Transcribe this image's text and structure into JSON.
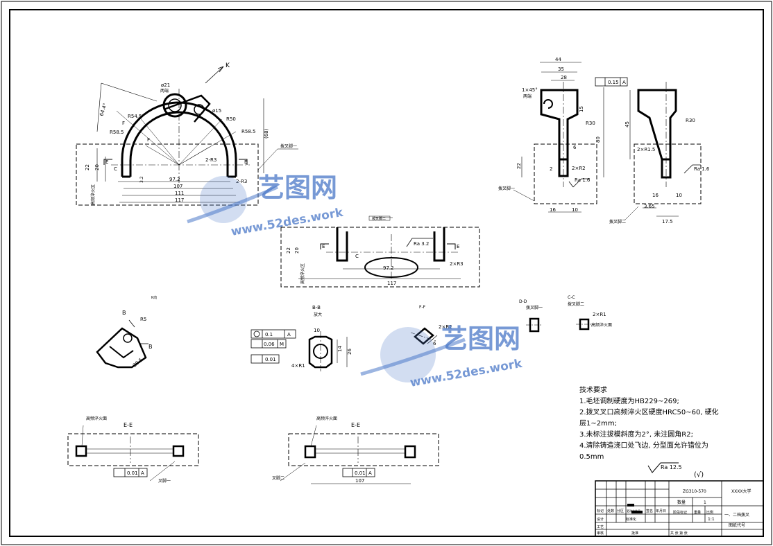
{
  "colors": {
    "line": "#000000",
    "watermark": "#4a78c8"
  },
  "views": {
    "main_label_k": "K",
    "dims_main": {
      "d21": "ø21",
      "through": "两端",
      "d15": "ø15",
      "ang": "64.4°",
      "r545": "R54.5",
      "r585a": "R58.5",
      "r50": "R50",
      "r585b": "R58.5",
      "f1": "F",
      "f2": "F",
      "h68": "(68)",
      "d22": "22",
      "d20": "20",
      "d32": "3.2",
      "w972": "97.2",
      "w107": "107",
      "w111": "111",
      "w117": "117",
      "r3a": "2-R3",
      "r3b": "2-R3",
      "e1": "E",
      "e2": "E",
      "c1": "C",
      "fork_face_1": "拨叉脚一",
      "quench_zone": "高频淬火区"
    },
    "side": {
      "d44": "44",
      "d35": "35",
      "d28": "28",
      "chamfer": "1×45°",
      "both": "两端",
      "tol015": "0.15",
      "datum_a": "A",
      "d15": "15",
      "r30": "R30",
      "d80": "80",
      "d6": "6",
      "d22": "22",
      "d2": "2",
      "r2": "2×R2",
      "ra16": "Ra 1.6",
      "d16": "16",
      "d10": "10",
      "fork_face_1": "拨叉脚一"
    },
    "side2": {
      "d45": "45",
      "r30": "R30",
      "r15": "2×R1.5",
      "ra16": "Ra 1.6",
      "d16": "16",
      "d10": "10",
      "d365": "3.65",
      "d175": "17.5",
      "fork_face_2": "拨叉脚二"
    },
    "center": {
      "label": "拨叉脚二",
      "d22": "22",
      "d20": "20",
      "ra32": "Ra 3.2",
      "w972": "97.2",
      "w117": "117",
      "r3": "2×R3",
      "e1": "E",
      "e2": "E",
      "c": "C",
      "quench_zone": "高频淬火区"
    },
    "viewk": {
      "label": "K向",
      "b1": "B",
      "b2": "B",
      "r5": "R5",
      "d205": "20.5"
    },
    "section_bb": {
      "title": "B-B",
      "sub": "放大",
      "d10": "10",
      "d14": "14",
      "d26": "26",
      "tol01": "0.1",
      "tol006": "0.06",
      "tol001": "0.01",
      "a": "A",
      "m": "M",
      "r1": "4×R1"
    },
    "section_ff": {
      "title": "F-F",
      "r2": "2×R2",
      "d6": "6"
    },
    "section_dd": {
      "title": "D-D",
      "label": "拨叉脚一"
    },
    "section_cc": {
      "title": "C-C",
      "label": "拨叉脚二",
      "r1": "2×R1",
      "quench_face": "高频淬火面"
    },
    "section_ee1": {
      "title": "E-E",
      "quench_face": "高频淬火面",
      "tol001": "0.01",
      "a": "A",
      "fork_face_1": "叉脚一"
    },
    "section_ee2": {
      "title": "E-E",
      "quench_face": "高频淬火面",
      "tol001": "0.01",
      "a": "A",
      "w107": "107",
      "fork_face_2": "叉脚二"
    }
  },
  "tech_requirements": {
    "title": "技术要求",
    "items": [
      "1.毛坯调制硬度为HB229~269;",
      "2.拨叉叉口高频淬火区硬度HRC50~60, 硬化",
      "层1~2mm;",
      "3.未标注拔模斜度为2°, 未注圆角R2;",
      "4.清除铸造浇口处飞边, 分型面允许错位为",
      "0.5mm"
    ]
  },
  "roughness_general": {
    "value": "Ra 12.5",
    "mark": "(√)"
  },
  "title_block": {
    "material": "ZG310-570",
    "school": "XXXX大学",
    "part_name": "一、二档拨叉",
    "qty_label": "数量",
    "qty": "1",
    "weight_label": "重量",
    "scale_label": "比例",
    "scale": "1:1",
    "stage_label": "阶段标记",
    "drawing_no": "图纸代号",
    "sheets": "共    张    第    张",
    "rows": [
      "标记",
      "处数",
      "分区",
      "更改文件号",
      "签名",
      "年月日"
    ],
    "designer": "设计",
    "review": "审核",
    "process": "工艺",
    "approve": "批准",
    "std": "标准化"
  },
  "watermark": {
    "brand": "艺图网",
    "site": "www.52des.work"
  }
}
